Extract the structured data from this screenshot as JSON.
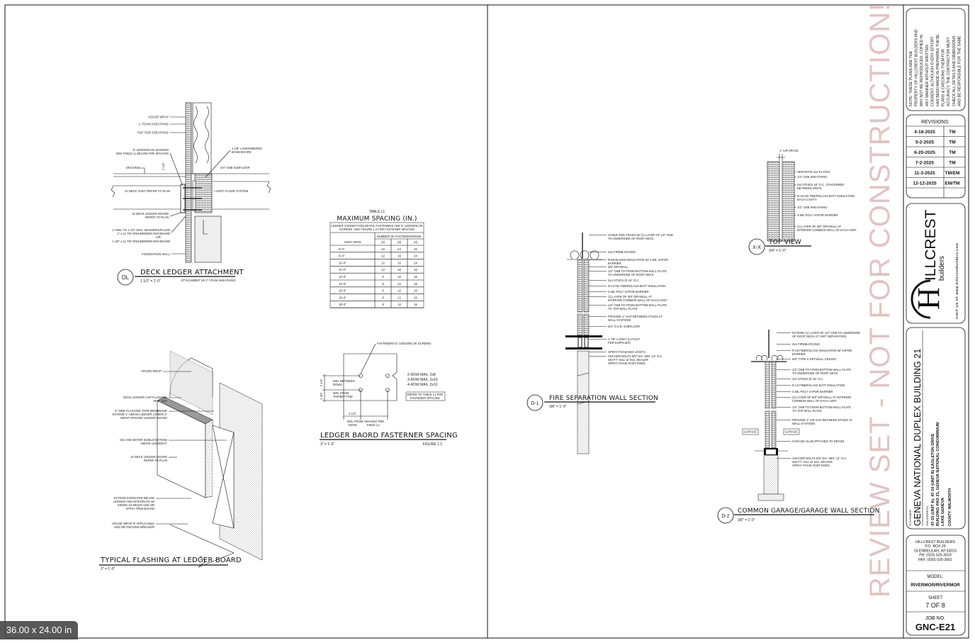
{
  "viewer": {
    "page_size": "36.00 x 24.00 in"
  },
  "watermark": "REVIEW SET - NOT FOR CONSTRUCTION!!!",
  "colors": {
    "watermark": "#e3c2c2",
    "ink": "#111111",
    "badge": "#4a4a4a"
  },
  "detail_dl": {
    "tag": "DL",
    "title": "DECK LEDGER ATTACHMENT",
    "scale": "1 1/2\" = 1'-0\"",
    "subtitle": "ATTACHMENT W/ 1\" FOAM SHEATHING",
    "notes": [
      "HOUSE WRAP",
      "1\" FOAM SHEATHING",
      "7/16\" OSB SHEATHING",
      "5\" LEDGERLOK SCREWS",
      "SEE TABLE L1 BELOW FOR SPACING",
      "DECKING",
      "2x DECK JOIST REFER TO PLAN",
      "2x DECK LEDGER BOARD",
      "REFER TO PLAN",
      "1\" MIN. TO 1 1/2\" MAX. WASHERS/FILLER",
      "1\" x 11 7/8\" ENGINEERED RIM BOARD",
      "-OR-",
      "1 1/8\" x 11 7/8\" ENGINEERED RIM BOARD",
      "FOUNDATION WALL",
      "1 1/8\" x ENGINEERED",
      "BAND BOARD",
      "3/4\" OSB SUBFLOOR",
      "I-JOIST FLOOR SYSTEM",
      "2 1/4\""
    ]
  },
  "table_l1": {
    "label": "TABLE L1",
    "title": "MAXIMUM SPACING (IN.)",
    "note_lines": [
      "LEDGER CONNECTION DETAIL FASTENERS ARE 5\" LEDGERLOK",
      "SCREWS -SEE FIGURE 1.2 FOR FASTENER SPACING"
    ],
    "group_header": "NUMBER OF FASTENERS/ROW",
    "columns": [
      "JOIST SPAN",
      "(2)",
      "(3)",
      "(4)"
    ],
    "rows": [
      [
        "6'-0\"",
        "16",
        "24",
        "32"
      ],
      [
        "8'-0\"",
        "12",
        "16",
        "24"
      ],
      [
        "10'-0\"",
        "12",
        "16",
        "24"
      ],
      [
        "11'-0\"",
        "12",
        "16",
        "16"
      ],
      [
        "12'-0\"",
        "8",
        "16",
        "16"
      ],
      [
        "14'-0\"",
        "8",
        "12",
        "16"
      ],
      [
        "16'-0\"",
        "8",
        "12",
        "16"
      ],
      [
        "18'-0\"",
        "8",
        "12",
        "16"
      ],
      [
        "18'-0\"",
        "8",
        "12",
        "16"
      ]
    ]
  },
  "figure_12": {
    "title": "LEDGER BAORD FASTERNER SPACING",
    "scale": "3\" = 1'-0\"",
    "figure": "FIGURE 1.2",
    "notes": [
      "FASTENERS 5\" LEDGERLOK SCREWS",
      "2-ROW MAX. 2x8",
      "3-ROW MAX. 2x10",
      "4-ROW MAX. 2x12",
      "REFER TO TABLE L1 FOR",
      "FASTENER SPACING",
      "MIN. BETWEEN",
      "ROWS",
      "MIN. FROM",
      "TOP/BOTTOM",
      "MIN. FROM",
      "EDGE",
      "SPACING PER",
      "TABLE L1",
      "3 1/2\"",
      "2 1/2\"",
      "1 3/4\""
    ]
  },
  "detail_flashing": {
    "title": "TYPICAL FLASHING AT LEDGER BOARD",
    "scale": "3\" = 1'-0\"",
    "notes": [
      [
        "HOUSE WRAP"
      ],
      [
        "DECK LEDGER CAP FLASHING",
        "W/ 6\" LEG"
      ],
      [
        "4\" SIDE FLASHING TAPE MEMBRANE",
        "EXTEND 1\" ABOVE LEDGER LOWER 3\"",
        "WRAP AROUND LEDGER BOARD"
      ],
      [
        "ICE AND WATER SHIELD EXTEND",
        "ABOVE LEDGER 6\""
      ],
      [
        "2x DECK LEDGER BOARD",
        "REFER TO PLAN"
      ],
      [
        "EXTEND ICE/WATER BELOW",
        "LEDGER AND INTEGRATE W/",
        "SIDING AS REQ'D AND OR",
        "APPLY TRIM BOARD"
      ],
      [
        "HOUSE WRAP IF APPLICABLE",
        "AND OR GROUND BREAKER"
      ]
    ]
  },
  "detail_d1": {
    "tag": "D-1",
    "title": "FIRE SEPARATION WALL SECTION",
    "scale": "3/8\" = 1'-0\"",
    "notes": [
      [
        "GABLE END TRUSS W/ (1) LAYER OF 1/2\" OSB",
        "TO UNDERSIDE OF ROOF DECK"
      ],
      [
        "2x4 FIREBLOCKING"
      ],
      [
        "R-60 BLOWN INSULATION W/ 4 MIL VAPOR",
        "BARRIER"
      ],
      [
        "5/8\" DRYWALL"
      ],
      [
        "1/2\" OSB TO FROM BOTTOM WALL PLATE",
        "TO UNDERSIDE OF ROOF DECK"
      ],
      [
        "2x4 STUDS @ 16\" O.C."
      ],
      [
        "R-13 HD FIBERGLASS BATT INSULATION"
      ],
      [
        "4 MIL POLY VAPOR BARRIER"
      ],
      [
        "(1) LAYER OF 5/8\" DRYWALL AT",
        "INTERIOR COMMON WALL OF EACH UNIT"
      ],
      [
        "1/2\" OSB TO FROM BOTTOM WALL PLATE",
        "TO TOP WALL PLATE"
      ],
      [
        "PROVIDE 1\" GAP BETWEEN STUDS AT",
        "WALL SYSTEMS"
      ],
      [
        "3/4\" O.S.B. SUBFLOOR"
      ],
      [
        "1 7/8\" I-JOIST (LAYOUT",
        "PER SUPPLIER)"
      ],
      [
        "SPRAY FOAM BOX JOISTS"
      ],
      [
        "ANCHOR BOLTS 5/8\" DIA. MIN. 12\" O.C.",
        "2x6 P.T. SILL w/ SILL SEALER",
        "SPRAY FOAM JOIST ENDS"
      ]
    ]
  },
  "detail_xx": {
    "tag": "X-X",
    "title": "TOP VIEW",
    "scale": "3/4\" = 1'-0\"",
    "notes": [
      [
        "1\" AIR SPACE"
      ],
      [
        "SEPARATE 2x4 PLATES"
      ],
      [
        "1/2\" OSB SHEATHING"
      ],
      [
        "2x4 STUDS 16\" O.C. STAGGERED",
        "BETWEEN UNITS"
      ],
      [
        "R-13 HD FIBERGLASS BATT INSULATION",
        "EACH CAVITY"
      ],
      [
        "1/2\" OSB SHEATHING"
      ],
      [
        "4 MIL POLY VAPOR BARRIER"
      ],
      [
        "(1) LAYER OF 5/8\" DRYWALL AT",
        "INTERIOR COMMON WALL OF EACH UNIT"
      ]
    ]
  },
  "detail_d2": {
    "tag": "D-2",
    "title": "COMMON GARAGE/GARAGE WALL SECTION",
    "scale": "3/8\" = 1'-0\"",
    "room_labels": [
      "GARAGE",
      "GARAGE"
    ],
    "notes": [
      [
        "EXTEND (1) LAYER OF 1/2\" OSB TO UNDERSIDE",
        "OF ROOF DECK AT UNIT SEPARATION"
      ],
      [
        "2x4 FIREBLOCKING"
      ],
      [
        "R-19 FIBERGLASS INSULATION W/ VAPOR",
        "BARRIER"
      ],
      [
        "5/8\" TYPE-X DRYWALL CEILING"
      ],
      [
        "1/2\" OSB TO FROM BOTTOM WALL PLATE",
        "TO UNDERSIDE OF ROOF DECK"
      ],
      [
        "2x4 STUDS @ 16\" O.C."
      ],
      [
        "R-13 FIBERGLASS BATT INSULATION"
      ],
      [
        "4 MIL POLY VAPOR BARRIER"
      ],
      [
        "(1) LAYER OF 5/8\" DRYWALL AT INTERIOR",
        "COMMON WALL OF EACH UNIT"
      ],
      [
        "1/2\" OSB TO FROM BOTTOM WALL PLATE",
        "TO TOP WALL PLATE"
      ],
      [
        "PROVIDE 1\" AIR GAP BETWEEN STUDS AT",
        "WALL SYSTEMS"
      ],
      [
        "GARAGE SLAB (PITCHED TO DRAIN)"
      ],
      [
        "ANCHOR BOLTS 5/8\" DIA. MIN. 12\" O.C.",
        "2x6 P.T. SILL w/ SILL SEALER",
        "SPRAY FOAM JOIST ENDS"
      ]
    ]
  },
  "title_block": {
    "disclaimer": [
      "NOTE: THESE PLANS ARE THE",
      "PROPERTY OF HILLCREST BUILDERS AND",
      "MAY NOT BE REPRODUCED, COPIED IN",
      "ANY MANNER WITHOUT WRITTEN",
      "CONSENT. ALTHOUGH EVERY EFFORT",
      "HAS BEEN MADE IN PREPARING THESE",
      "PLANS & CHECKING THEM FOR",
      "ACCURACY, THE CONTRACTOR MUST",
      "CHECK ALL DETAILS AND DIMENSIONS",
      "AND BE RESPONSIBLE FOR THE SAME"
    ],
    "revisions_label": "REVISIONS:",
    "revisions": [
      {
        "date": "4-18-2025",
        "by": "TM"
      },
      {
        "date": "5-2-2025",
        "by": "TM"
      },
      {
        "date": "6-20-2025",
        "by": "TM"
      },
      {
        "date": "7-2-2025",
        "by": "TM"
      },
      {
        "date": "11-3-2025",
        "by": "TM/EM"
      },
      {
        "date": "12-12-2025",
        "by": "EM/TM"
      }
    ],
    "logo": {
      "letter": "H",
      "name": "ILLCREST",
      "sub": "builders",
      "visit": "VISIT US AT www.hillcrestbuilders.com"
    },
    "customer_label": "CUSTOMER:",
    "customer": "GENEVA NATIONAL  DUPLEX BUILDING 21",
    "job_address_label": "JOB ADDRESS:",
    "job_address": [
      "47-15 (UNIT A), 47-16 (UNIT B) EAGLETON DRIVE",
      "BUILDING PAD 21, GENEVA NATIONAL CONDOMINIUM",
      "LAKE GENEVA"
    ],
    "county": "COUNTY:  WALWORTH",
    "company": [
      "HILLCREST BUILDERS",
      "P.O. BOX 29",
      "GLENBEULAH, WI 53023",
      "PH: (920) 526-3029",
      "FAX: (920) 526-3601"
    ],
    "model_label": "MODEL:",
    "model": "RIVERMOR/RIVERMOR",
    "sheet_label": "SHEET",
    "sheet": "7 OF 8",
    "job_no_label": "JOB NO.",
    "job_no": "GNC-E21"
  }
}
